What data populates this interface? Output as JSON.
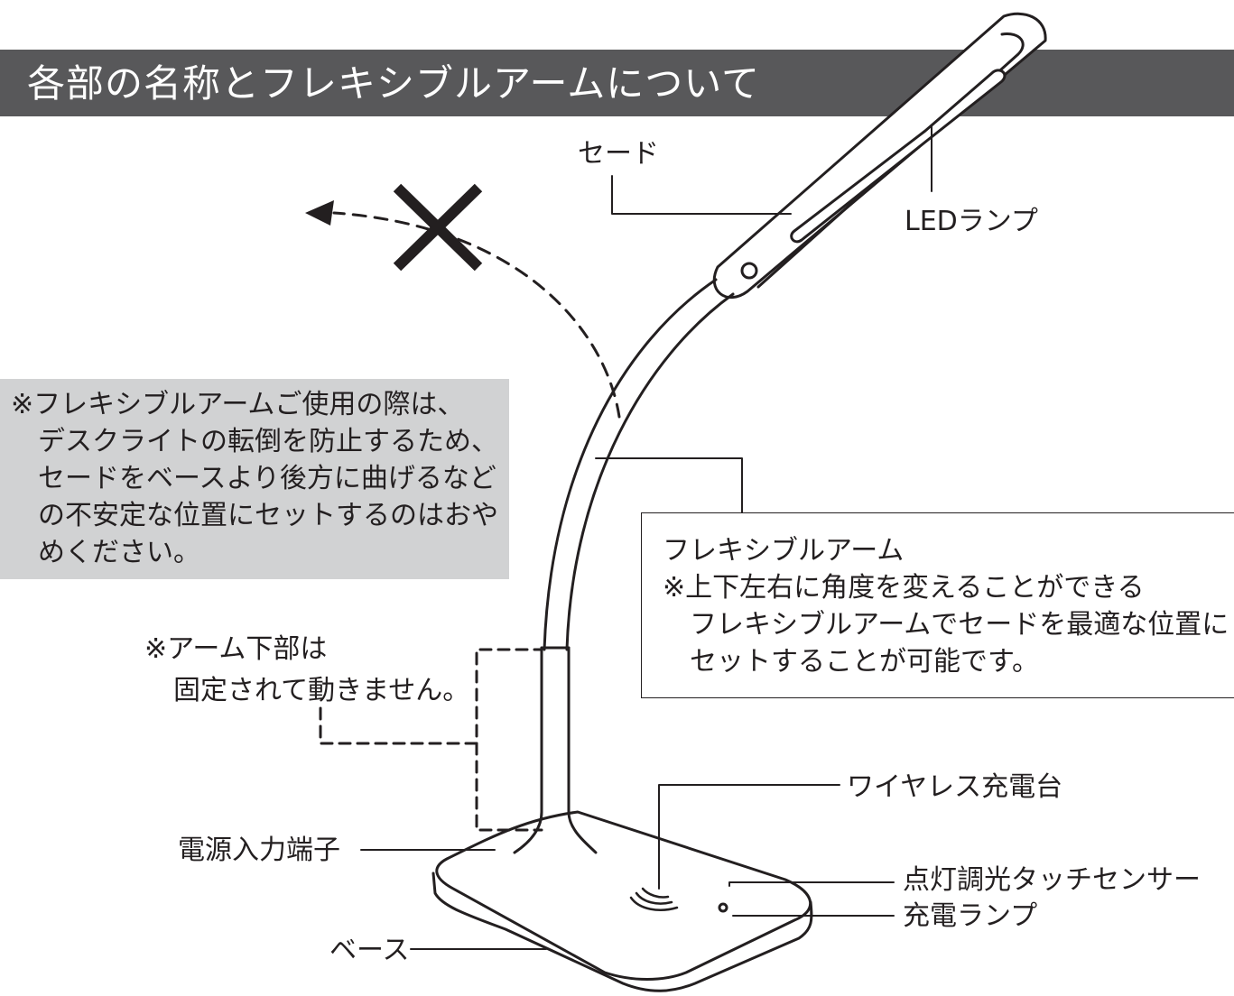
{
  "header": {
    "title": "各部の名称とフレキシブルアームについて"
  },
  "labels": {
    "shade": "セード",
    "led_lamp": "LEDランプ",
    "flex_arm": "フレキシブルアーム",
    "wireless_charger": "ワイヤレス充電台",
    "power_terminal": "電源入力端子",
    "touch_sensor": "点灯調光タッチセンサー",
    "charge_lamp": "充電ランプ",
    "base": "ベース"
  },
  "caution": {
    "lines": [
      "※フレキシブルアームご使用の際は、",
      "デスクライトの転倒を防止するため、",
      "セードをベースより後方に曲げるなど",
      "の不安定な位置にセットするのはおや",
      "めください。"
    ]
  },
  "arm_note": {
    "title": "フレキシブルアーム",
    "lines": [
      "※上下左右に角度を変えることができる",
      "フレキシブルアームでセードを最適な位置に",
      "セットすることが可能です。"
    ]
  },
  "fixed_note": {
    "lines": [
      "※アーム下部は",
      "固定されて動きません。"
    ]
  },
  "colors": {
    "header_bg": "#58585a",
    "caution_bg": "#d1d2d3",
    "line": "#231f20"
  }
}
